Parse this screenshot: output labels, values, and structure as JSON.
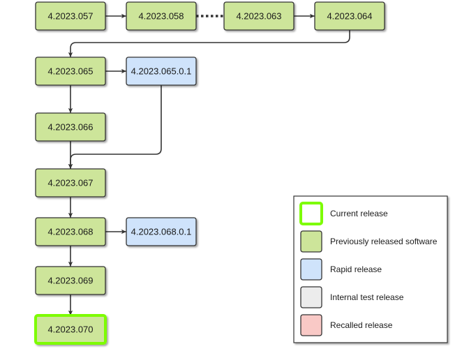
{
  "colors": {
    "previous": "#cde59a",
    "rapid": "#cfe3fb",
    "internal": "#ececec",
    "recalled": "#f9c9c6",
    "current_border": "#7dfc00",
    "node_border": "#333333",
    "connector": "#333333"
  },
  "nodes": [
    {
      "id": "n057",
      "label": "4.2023.057",
      "status": "previous"
    },
    {
      "id": "n058",
      "label": "4.2023.058",
      "status": "previous"
    },
    {
      "id": "n063",
      "label": "4.2023.063",
      "status": "previous"
    },
    {
      "id": "n064",
      "label": "4.2023.064",
      "status": "previous"
    },
    {
      "id": "n065",
      "label": "4.2023.065",
      "status": "previous"
    },
    {
      "id": "n065r",
      "label": "4.2023.065.0.1",
      "status": "rapid"
    },
    {
      "id": "n066",
      "label": "4.2023.066",
      "status": "previous"
    },
    {
      "id": "n067",
      "label": "4.2023.067",
      "status": "previous"
    },
    {
      "id": "n068",
      "label": "4.2023.068",
      "status": "previous"
    },
    {
      "id": "n068r",
      "label": "4.2023.068.0.1",
      "status": "rapid"
    },
    {
      "id": "n069",
      "label": "4.2023.069",
      "status": "previous"
    },
    {
      "id": "n070",
      "label": "4.2023.070",
      "status": "current"
    }
  ],
  "edges": [
    {
      "from": "n057",
      "to": "n058",
      "style": "solid"
    },
    {
      "from": "n058",
      "to": "n063",
      "style": "dotted"
    },
    {
      "from": "n063",
      "to": "n064",
      "style": "solid"
    },
    {
      "from": "n064",
      "to": "n065",
      "style": "solid"
    },
    {
      "from": "n065",
      "to": "n065r",
      "style": "solid"
    },
    {
      "from": "n065",
      "to": "n066",
      "style": "solid"
    },
    {
      "from": "n066",
      "to": "n067",
      "style": "solid"
    },
    {
      "from": "n065r",
      "to": "n067",
      "style": "solid"
    },
    {
      "from": "n067",
      "to": "n068",
      "style": "solid"
    },
    {
      "from": "n068",
      "to": "n068r",
      "style": "solid"
    },
    {
      "from": "n068",
      "to": "n069",
      "style": "solid"
    },
    {
      "from": "n069",
      "to": "n070",
      "style": "solid"
    }
  ],
  "legend": {
    "items": [
      {
        "label": "Current release",
        "swatch": "current"
      },
      {
        "label": "Previously released software",
        "swatch": "previous"
      },
      {
        "label": "Rapid release",
        "swatch": "rapid"
      },
      {
        "label": "Internal test release",
        "swatch": "internal"
      },
      {
        "label": "Recalled release",
        "swatch": "recalled"
      }
    ]
  }
}
